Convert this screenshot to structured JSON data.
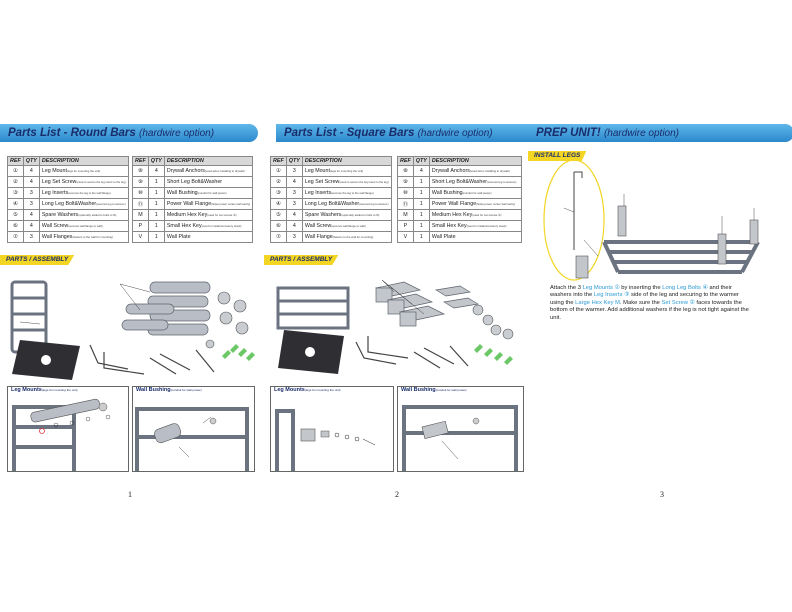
{
  "pages": [
    {
      "title": "Parts List - Round Bars",
      "subtitle": "(hardwire option)",
      "table_headers": [
        "REF",
        "QTY",
        "DESCRIPTION"
      ],
      "left_rows": [
        {
          "ref": "①",
          "qty": "4",
          "desc": "Leg Mount",
          "note": "(legs for mounting the unit)"
        },
        {
          "ref": "②",
          "qty": "4",
          "desc": "Leg Set Screw",
          "note": "(used to secure the leg insert to the leg)"
        },
        {
          "ref": "③",
          "qty": "3",
          "desc": "Leg Inserts",
          "note": "(secures the leg to the wall flange)"
        },
        {
          "ref": "④",
          "qty": "3",
          "desc": "Long Leg Bolt&Washer",
          "note": "(secures leg to warmer)"
        },
        {
          "ref": "⑤",
          "qty": "4",
          "desc": "Spare Washers",
          "note": "(optionally added to bolts to fit)"
        },
        {
          "ref": "⑥",
          "qty": "4",
          "desc": "Wall Screw",
          "note": "(secures wall flange to wall)"
        },
        {
          "ref": "⑦",
          "qty": "3",
          "desc": "Wall Flanges",
          "note": "(fastens to the wall for mounting)"
        }
      ],
      "right_rows": [
        {
          "ref": "⑧",
          "qty": "4",
          "desc": "Drywall Anchors",
          "note": "(used when installing to drywall)"
        },
        {
          "ref": "⑨",
          "qty": "1",
          "desc": "Short Leg Bolt&Washer",
          "note": ""
        },
        {
          "ref": "⑩",
          "qty": "1",
          "desc": "Wall Bushing",
          "note": "(conduit for wall power)"
        },
        {
          "ref": "⑪",
          "qty": "1",
          "desc": "Power Wall Flange",
          "note": "(hides power center wall cavity)"
        },
        {
          "ref": "M",
          "qty": "1",
          "desc": "Medium Hex Key",
          "note": "(used for set screws ②)"
        },
        {
          "ref": "P",
          "qty": "1",
          "desc": "Small Hex Key",
          "note": "(used to install Accessory Hook)"
        },
        {
          "ref": "V",
          "qty": "1",
          "desc": "Wall Plate",
          "note": ""
        }
      ],
      "assembly_tag": "PARTS / ASSEMBLY",
      "panel_left": "Leg Mounts",
      "panel_left_note": "(legs for mounting the unit)",
      "panel_right": "Wall Bushing",
      "panel_right_note": "(conduit for wall power)",
      "page_number": "1"
    },
    {
      "title": "Parts List - Square Bars",
      "subtitle": "(hardwire option)",
      "table_headers": [
        "REF",
        "QTY",
        "DESCRIPTION"
      ],
      "left_rows": [
        {
          "ref": "①",
          "qty": "3",
          "desc": "Leg Mount",
          "note": "(legs for mounting the unit)"
        },
        {
          "ref": "②",
          "qty": "4",
          "desc": "Leg Set Screw",
          "note": "(used to secure the leg insert to the leg)"
        },
        {
          "ref": "③",
          "qty": "3",
          "desc": "Leg Inserts",
          "note": "(secures the leg to the wall flange)"
        },
        {
          "ref": "④",
          "qty": "3",
          "desc": "Long Leg Bolt&Washer",
          "note": "(secures leg to warmer)"
        },
        {
          "ref": "⑤",
          "qty": "4",
          "desc": "Spare Washers",
          "note": "(optionally added to bolts to fit)"
        },
        {
          "ref": "⑥",
          "qty": "4",
          "desc": "Wall Screw",
          "note": "(secures wall flange to wall)"
        },
        {
          "ref": "⑦",
          "qty": "3",
          "desc": "Wall Flange",
          "note": "(fastens to the wall for mounting)"
        }
      ],
      "right_rows": [
        {
          "ref": "⑧",
          "qty": "4",
          "desc": "Drywall Anchors",
          "note": "(used when installing to drywall)"
        },
        {
          "ref": "⑨",
          "qty": "1",
          "desc": "Short Leg Bolt&Washer",
          "note": "(secures leg to warmer)"
        },
        {
          "ref": "⑩",
          "qty": "1",
          "desc": "Wall Bushing",
          "note": "(conduit for wall power)"
        },
        {
          "ref": "⑪",
          "qty": "1",
          "desc": "Power Wall Flange",
          "note": "(hides power center wall cavity)"
        },
        {
          "ref": "M",
          "qty": "1",
          "desc": "Medium Hex Key",
          "note": "(used for set screws ②)"
        },
        {
          "ref": "P",
          "qty": "1",
          "desc": "Small Hex Key",
          "note": "(used to install Accessory Hook)"
        },
        {
          "ref": "V",
          "qty": "1",
          "desc": "Wall Plate",
          "note": ""
        }
      ],
      "assembly_tag": "PARTS / ASSEMBLY",
      "panel_left": "Leg Mounts",
      "panel_left_note": "(legs for mounting the unit)",
      "panel_right": "Wall Bushing",
      "panel_right_note": "(conduit for wall power)",
      "page_number": "2"
    },
    {
      "title": "PREP UNIT!",
      "subtitle": "(hardwire option)",
      "install_tag": "INSTALL LEGS",
      "instructions": {
        "t1": "Attach the 3 ",
        "leg_mounts": "Leg Mounts ①",
        "t2": " by inserting the ",
        "long_leg_bolts": "Long Leg Bolts ④",
        "t3": " and their washers into the ",
        "leg_inserts": "Leg Inserts ③",
        "t4": " side of the leg and securing to the warmer using the ",
        "large_hex_key": "Large Hex Key M",
        "t5": ". Make sure the ",
        "set_screw": "Set Screw ②",
        "t6": " faces towards the bottom of the warmer. Add additional washers if the leg is not tight against the unit."
      },
      "page_number": "3"
    }
  ],
  "colors": {
    "banner": "#2b88cc",
    "banner_text": "#1a2d6b",
    "tag": "#f3d524",
    "highlight": "#2b9ad6",
    "oval": "#f3d524"
  }
}
